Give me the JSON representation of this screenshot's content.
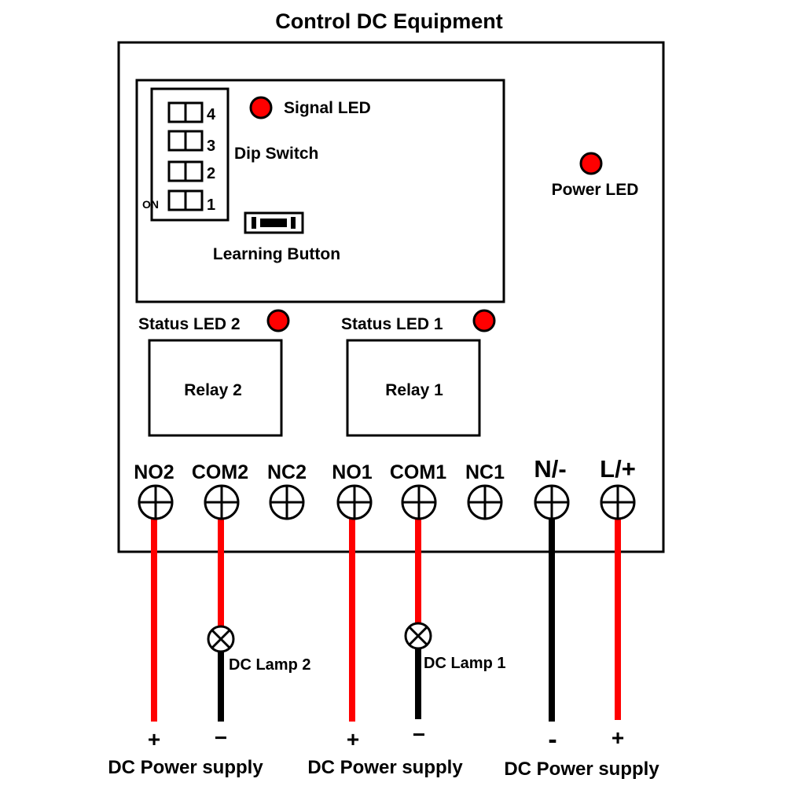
{
  "title": "Control DC Equipment",
  "labels": {
    "signal_led": "Signal LED",
    "dip_switch": "Dip Switch",
    "power_led": "Power LED",
    "learning_button": "Learning Button",
    "status_led_2": "Status LED 2",
    "status_led_1": "Status LED 1",
    "relay_2": "Relay 2",
    "relay_1": "Relay 1",
    "dip_on": "ON"
  },
  "dip_numbers": [
    "4",
    "3",
    "2",
    "1"
  ],
  "terminals": [
    "NO2",
    "COM2",
    "NC2",
    "NO1",
    "COM1",
    "NC1",
    "N/-",
    "L/+"
  ],
  "lamps": [
    "DC Lamp 2",
    "DC Lamp 1"
  ],
  "polarity": [
    "+",
    "−",
    "+",
    "−",
    "-",
    "+"
  ],
  "supplies": [
    "DC Power supply",
    "DC Power supply",
    "DC Power supply"
  ],
  "colors": {
    "led": "#ff0000",
    "red_wire": "#ff0000",
    "black_wire": "#000000",
    "outline": "#000000"
  }
}
